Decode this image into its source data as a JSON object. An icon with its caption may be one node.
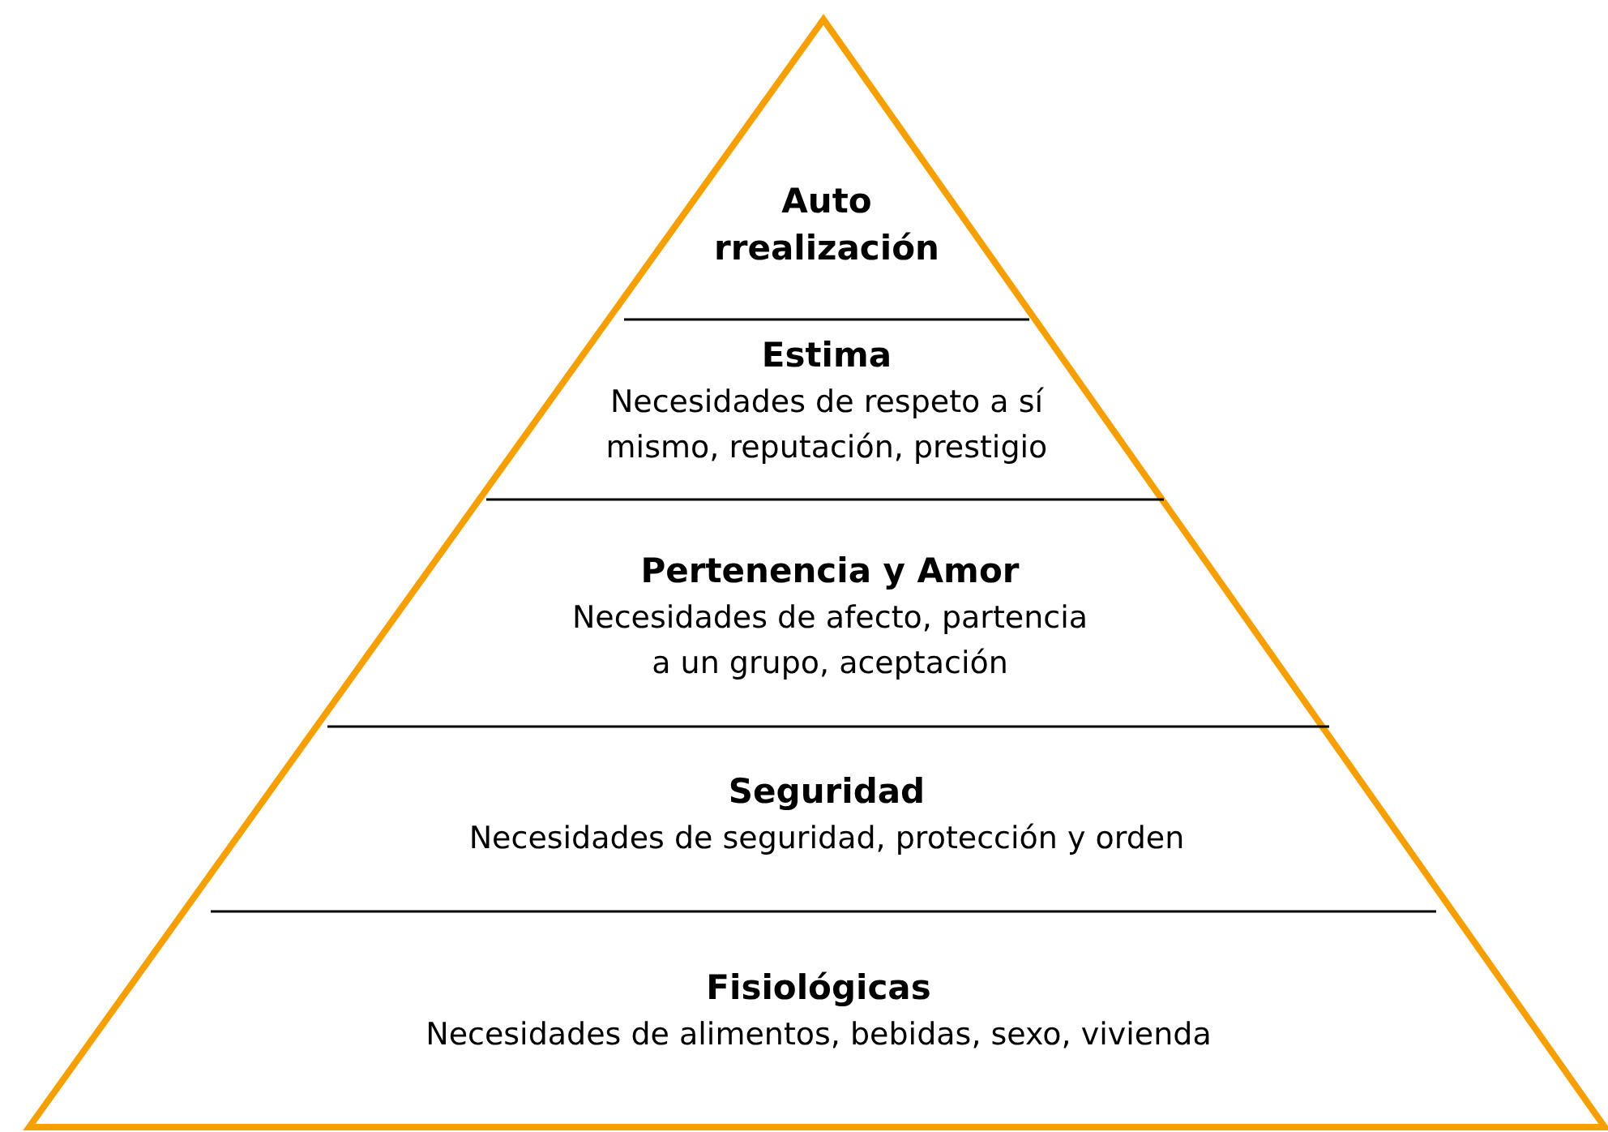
{
  "diagram": {
    "nodes": [
      {
        "text": [
          "Auto rrealización"
        ]
      },
      {
        "text": [
          "Estima",
          "Necesidades de respeto a sí mismo, reputación, prestigio"
        ]
      },
      {
        "text": [
          "Pertenencia y Amor",
          "Necesidades de afecto, partencia a un grupo, aceptación"
        ]
      },
      {
        "text": [
          "Seguridad",
          "Necesidades de seguridad, protección y orden"
        ]
      },
      {
        "text": [
          "Fisiológicas",
          "Necesidades de alimentos, bebidas, sexo, vivienda"
        ]
      }
    ]
  }
}
